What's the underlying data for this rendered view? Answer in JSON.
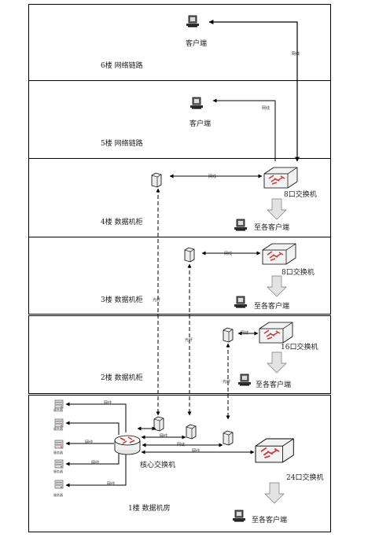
{
  "floors": [
    {
      "id": "f6",
      "label": "6楼  网络链路"
    },
    {
      "id": "f5",
      "label": "5楼  网络链路"
    },
    {
      "id": "f4",
      "label": "4楼  数据机柜"
    },
    {
      "id": "f3",
      "label": "3楼  数据机柜"
    },
    {
      "id": "f2",
      "label": "2楼  数据机柜"
    },
    {
      "id": "f1",
      "label": "1楼  数据机房"
    }
  ],
  "client_label": "客户端",
  "switches": {
    "f4": "8口交换机",
    "f3": "8口交换机",
    "f2": "16口交换机",
    "f1": "24口交换机"
  },
  "core_switch_label": "核心交换机",
  "dest_label": "至各客户端",
  "cable": {
    "lan": "网线",
    "fiber": "光纤"
  },
  "server_label": "服务器",
  "colors": {
    "line": "#000000",
    "router_red": "#d23a3a",
    "arrow_fill": "#e3e3e3"
  }
}
